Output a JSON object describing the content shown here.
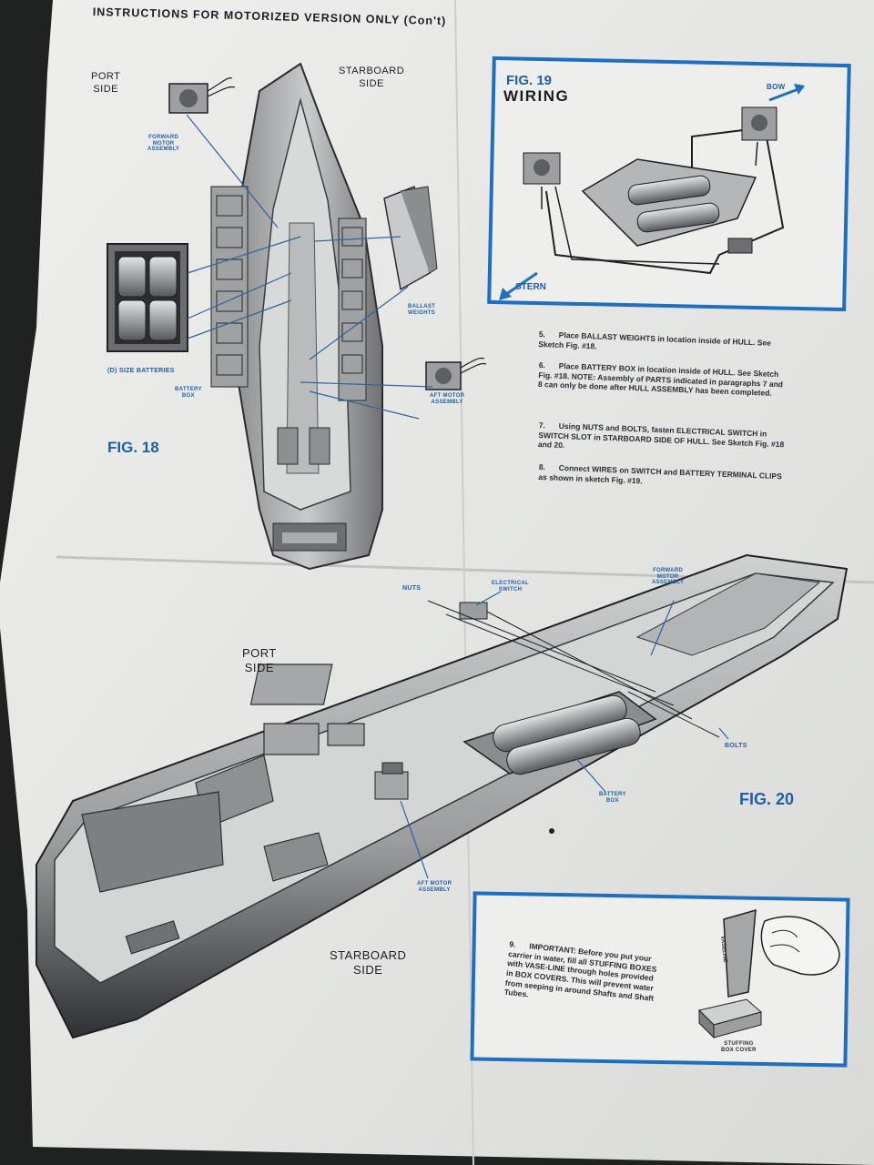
{
  "sheet": {
    "header": "INSTRUCTIONS FOR MOTORIZED VERSION ONLY (Con't)",
    "colors": {
      "accent_blue": "#1f6fc0",
      "paper": "#e9eae8",
      "ink": "#1b1d24",
      "background": "#1f2221"
    }
  },
  "fig18": {
    "label": "FIG. 18",
    "port_side": "PORT\nSIDE",
    "starboard_side": "STARBOARD\nSIDE",
    "forward_motor": "FORWARD\nMOTOR\nASSEMBLY",
    "ballast_weights": "BALLAST\nWEIGHTS",
    "aft_motor": "AFT MOTOR\nASSEMBLY",
    "size_batteries": "(D) SIZE BATTERIES",
    "battery_box": "BATTERY\nBOX"
  },
  "fig19": {
    "label": "FIG. 19",
    "title": "WIRING",
    "bow": "BOW",
    "stern": "STERN"
  },
  "steps": [
    {
      "n": "5.",
      "text": "Place BALLAST WEIGHTS in location inside of HULL. See Sketch Fig. #18."
    },
    {
      "n": "6.",
      "text": "Place BATTERY BOX in location inside of HULL. See Sketch Fig. #18. NOTE: Assembly of PARTS indicated in paragraphs 7 and 8 can only be done after HULL ASSEMBLY has been completed."
    },
    {
      "n": "7.",
      "text": "Using NUTS and BOLTS, fasten ELECTRICAL SWITCH in SWITCH SLOT in STARBOARD SIDE OF HULL. See Sketch Fig. #18 and 20."
    },
    {
      "n": "8.",
      "text": "Connect WIRES on SWITCH and BATTERY TERMINAL CLIPS as shown in sketch Fig. #19."
    }
  ],
  "fig20": {
    "label": "FIG. 20",
    "port_side": "PORT\nSIDE",
    "starboard_side": "STARBOARD\nSIDE",
    "nuts": "NUTS",
    "electrical_switch": "ELECTRICAL\nSWITCH",
    "forward_motor": "FORWARD\nMOTOR\nASSEMBLY",
    "bolts": "BOLTS",
    "battery_box": "BATTERY\nBOX",
    "aft_motor": "AFT MOTOR\nASSEMBLY"
  },
  "step9": {
    "n": "9.",
    "text": "IMPORTANT: Before you put your carrier in water, fill all STUFFING BOXES with VASE-LINE through holes provided in BOX COVERS. This will prevent water from seeping in around Shafts and Shaft Tubes.",
    "stuffing_box_cover": "STUFFING\nBOX COVER",
    "tube_label": "VASELINE"
  }
}
